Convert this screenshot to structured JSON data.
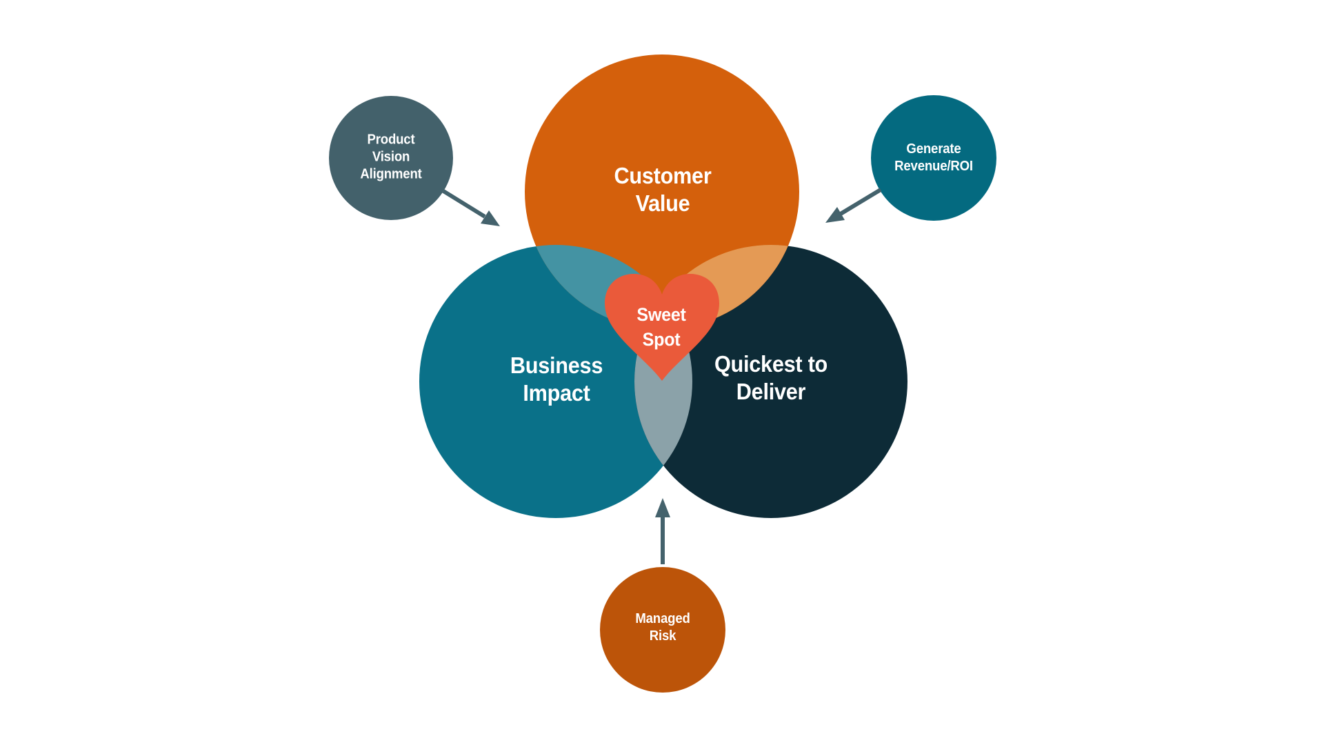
{
  "venn": {
    "customer_value": {
      "label": [
        "Customer",
        "Value"
      ]
    },
    "business_impact": {
      "label": [
        "Business",
        "Impact"
      ]
    },
    "quickest_to_deliver": {
      "label": [
        "Quickest to",
        "Deliver"
      ]
    },
    "sweet_spot": {
      "label": [
        "Sweet",
        "Spot"
      ]
    }
  },
  "callouts": {
    "product_vision": {
      "label": [
        "Product",
        "Vision",
        "Alignment"
      ]
    },
    "generate_roi": {
      "label": [
        "Generate",
        "Revenue/ROI"
      ]
    },
    "managed_risk": {
      "label": [
        "Managed",
        "Risk"
      ]
    }
  },
  "colors": {
    "background": "#FFFFFF",
    "customer_value": "#D4600C",
    "business_impact": "#0A7189",
    "quickest_to_deliver": "#0D2B37",
    "overlap_value_impact": "#4493A3",
    "overlap_value_deliver": "#E49A55",
    "overlap_impact_deliver": "#8BA2A9",
    "sweet_spot_heart": "#EA5A3A",
    "product_vision": "#43616B",
    "generate_roi": "#046A80",
    "managed_risk": "#BC5409",
    "arrow": "#44626C",
    "label_text": "#FFFFFF"
  }
}
